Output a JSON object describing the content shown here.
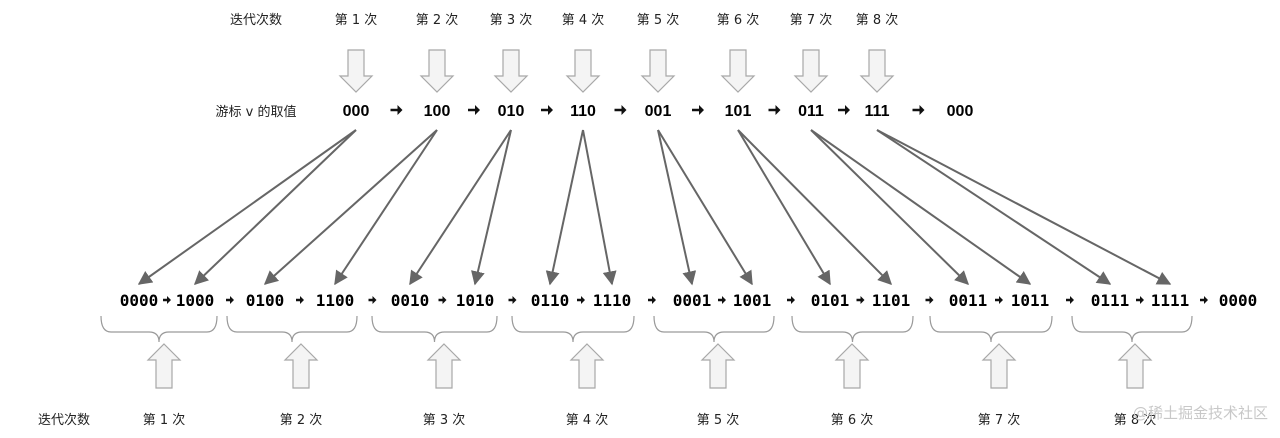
{
  "top": {
    "row_label": "迭代次数",
    "iterations": [
      "第 1 次",
      "第 2 次",
      "第 3 次",
      "第 4 次",
      "第 5 次",
      "第 6 次",
      "第 7 次",
      "第 8 次"
    ]
  },
  "cursor": {
    "label": "游标 v 的取值",
    "values": [
      "000",
      "100",
      "010",
      "110",
      "001",
      "101",
      "011",
      "111",
      "000"
    ]
  },
  "indices": {
    "values": [
      "0000",
      "1000",
      "0100",
      "1100",
      "0010",
      "1010",
      "0110",
      "1110",
      "0001",
      "1001",
      "0101",
      "1101",
      "0011",
      "1011",
      "0111",
      "1111",
      "0000"
    ]
  },
  "bottom": {
    "row_label": "迭代次数",
    "iterations": [
      "第 1 次",
      "第 2 次",
      "第 3 次",
      "第 4 次",
      "第 5 次",
      "第 6 次",
      "第 7 次",
      "第 8 次"
    ]
  },
  "mapping": [
    [
      0,
      0
    ],
    [
      0,
      1
    ],
    [
      1,
      2
    ],
    [
      1,
      3
    ],
    [
      2,
      4
    ],
    [
      2,
      5
    ],
    [
      3,
      6
    ],
    [
      3,
      7
    ],
    [
      4,
      8
    ],
    [
      4,
      9
    ],
    [
      5,
      10
    ],
    [
      5,
      11
    ],
    [
      6,
      12
    ],
    [
      6,
      13
    ],
    [
      7,
      14
    ],
    [
      7,
      15
    ]
  ],
  "watermark": "@稀土掘金技术社区"
}
